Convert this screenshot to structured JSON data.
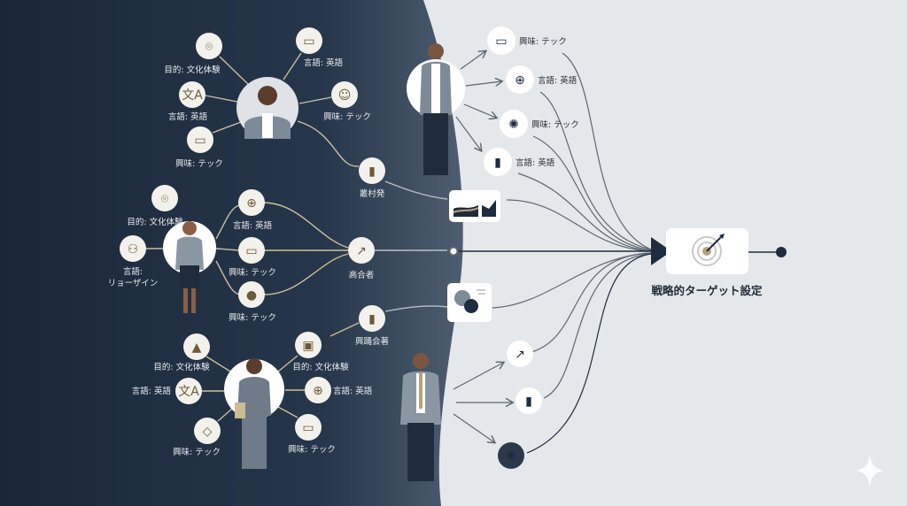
{
  "colors": {
    "navy": "#1c2a3c",
    "light_bg": "#e5e8eb",
    "accent_tan": "#b8a27a",
    "line_tan": "#cbbf9f",
    "line_gray": "#5d6670"
  },
  "clusters": [
    {
      "name": "cluster-top",
      "nodes": [
        {
          "icon": "map-pin-icon",
          "label": "目的: 文化体験"
        },
        {
          "icon": "chat-bubbles-icon",
          "label": "言語: 英語"
        },
        {
          "icon": "translate-icon",
          "label": "言語: 英語"
        },
        {
          "icon": "head-idea-icon",
          "label": "興味: テック"
        },
        {
          "icon": "monitor-icon",
          "label": "興味: テック"
        },
        {
          "icon": "bar-chart-icon",
          "label": "叢村発"
        }
      ]
    },
    {
      "name": "cluster-middle",
      "nodes": [
        {
          "icon": "map-pin-icon",
          "label": "目的: 文化体験"
        },
        {
          "icon": "people-icon",
          "label": "言語:",
          "label2": "リョーザイン"
        },
        {
          "icon": "globe-icon",
          "label": "言語: 英語"
        },
        {
          "icon": "monitor-icon",
          "label": "興味: テック"
        },
        {
          "icon": "user-icon",
          "label": "興味: テック"
        },
        {
          "icon": "trend-chart-icon",
          "label": "高合者"
        }
      ]
    },
    {
      "name": "cluster-bottom",
      "nodes": [
        {
          "icon": "mortarboard-icon",
          "label": "目的: 文化体験"
        },
        {
          "icon": "translate-icon",
          "label": "言語: 英語"
        },
        {
          "icon": "diamond-icon",
          "label": "興味: テック"
        },
        {
          "icon": "certificate-icon",
          "label": "目的: 文化体験"
        },
        {
          "icon": "globe-icon",
          "label": "言語: 英語"
        },
        {
          "icon": "monitor-icon",
          "label": "興味: テック"
        },
        {
          "icon": "bar-chart-icon",
          "label": "興踊会著"
        }
      ]
    }
  ],
  "right_nodes": [
    {
      "icon": "laptop-icon",
      "label": "興味: テック"
    },
    {
      "icon": "globe-icon",
      "label": "言語: 英語"
    },
    {
      "icon": "lightbulb-icon",
      "label": "興味: テック"
    },
    {
      "icon": "bar-chart-icon",
      "label": "言語: 英語"
    }
  ],
  "bottom_nodes": [
    {
      "icon": "trend-chart-icon"
    },
    {
      "icon": "bar-chart-icon"
    },
    {
      "icon": "lightbulb-icon"
    }
  ],
  "target": {
    "label": "戦略的ターゲット設定",
    "icon": "target-dart-icon"
  }
}
